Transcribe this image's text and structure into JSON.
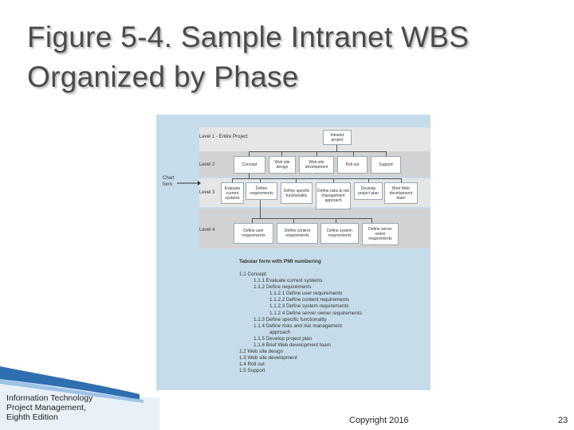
{
  "slide": {
    "title": "Figure 5-4. Sample Intranet WBS\nOrganized by Phase",
    "footer_left": [
      "Information Technology",
      "Project Management,",
      "Eighth Edition"
    ],
    "footer_center": "Copyright 2016",
    "page_number": "23"
  },
  "figure": {
    "chart_label": [
      "Chart",
      "form"
    ],
    "levels": [
      "Level 1 - Entire Project",
      "Level 2",
      "Level 3",
      "Level 4"
    ],
    "level1": [
      "Intranet",
      "project"
    ],
    "level2": [
      "Concept",
      "Web site design",
      "Web site development",
      "Roll out",
      "Support"
    ],
    "level3": [
      "Evaluate current systems",
      "Define requirements",
      "Define specific functionality",
      "Define risks & risk management approach",
      "Develop project plan",
      "Brief Web development team"
    ],
    "level4": [
      "Define user requirements",
      "Define content requirements",
      "Define system requirements",
      "Define server owner requirements"
    ],
    "tabular_title": "Tabular form with PMI numbering",
    "tabular_items": [
      "1.1 Concept",
      "1.1.1 Evaluate current systems",
      "1.1.2 Define requirements",
      "1.1.2.1 Define user requirements",
      "1.1.2.2 Define content requirements",
      "1.1.2.3 Define system requirements",
      "1.1.2.4 Define server owner requirements",
      "1.1.3 Define specific functionality",
      "1.1.4 Define risks and risk management",
      "approach",
      "1.1.5 Develop project plan",
      "1.1.6 Brief Web development team",
      "1.2 Web site design",
      "1.3 Web site development",
      "1.4 Roll out",
      "1.5 Support"
    ]
  }
}
